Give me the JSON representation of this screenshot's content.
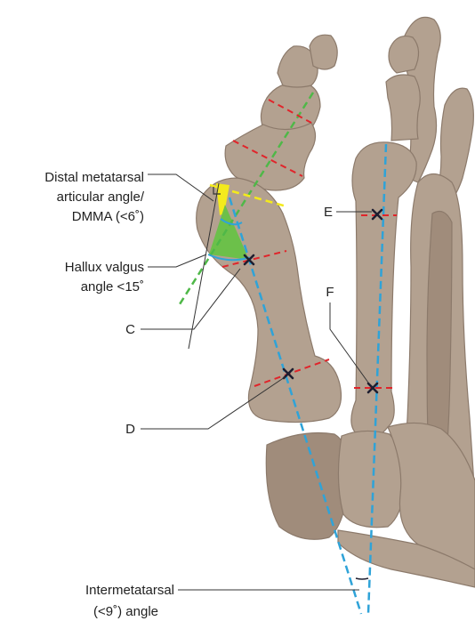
{
  "labels": {
    "dmaa_line1": "Distal metatarsal",
    "dmaa_line2": "articular angle/",
    "dmaa_line3": "DMMA (<6˚)",
    "hv_line1": "Hallux valgus",
    "hv_line2": "angle <15˚",
    "c": "C",
    "d": "D",
    "e": "E",
    "f": "F",
    "ima_line1": "Intermetatarsal",
    "ima_line2": "(<9˚) angle"
  },
  "colors": {
    "bone": "#b3a190",
    "bone_outline": "#8c7a6b",
    "dmaa_wedge": "#f4ea1c",
    "hv_wedge": "#6cc04a",
    "axis_blue": "#2fa3d8",
    "axis_green": "#4fb848",
    "joint_red": "#e0252b",
    "reference_yellow": "#f4ea1c",
    "marker": "#1e1e30"
  },
  "markers": [
    "x-first-proximal",
    "x-first-distal",
    "x-second-proximal",
    "x-second-distal"
  ]
}
